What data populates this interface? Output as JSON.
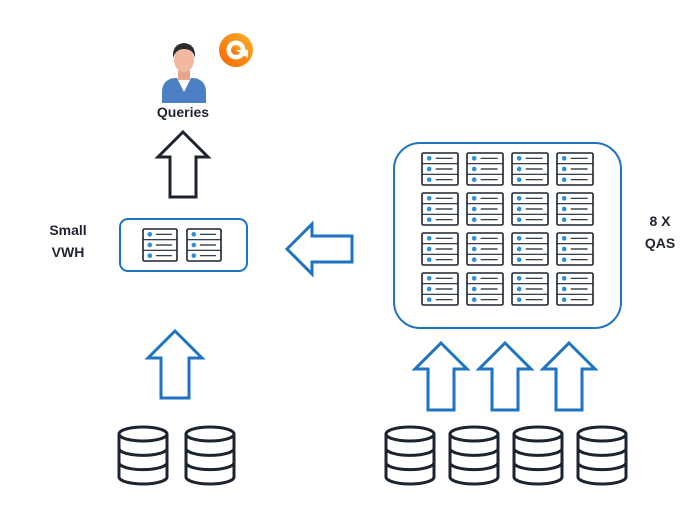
{
  "labels": {
    "queries": "Queries",
    "small_vwh_line1": "Small",
    "small_vwh_line2": "VWH",
    "qas_line1": "8 X",
    "qas_line2": "QAS"
  },
  "counts": {
    "vwh_servers": 2,
    "qas_servers": 16,
    "left_databases": 2,
    "right_databases": 4,
    "right_input_arrows": 3
  },
  "icons": {
    "user": "user-avatar-icon",
    "tool": "grafana-logo-icon",
    "server": "server-rack-icon",
    "database": "database-icon",
    "arrow": "arrow-icon"
  },
  "colors": {
    "accent_blue": "#1f73c3",
    "dark": "#1c2430",
    "server_dot": "#2f8fd8",
    "skin": "#f3b9a0",
    "hair": "#2d2d2d",
    "shirt": "#4d7fc4",
    "grafana_orange": "#f46800",
    "grafana_yellow": "#fbb02c"
  }
}
